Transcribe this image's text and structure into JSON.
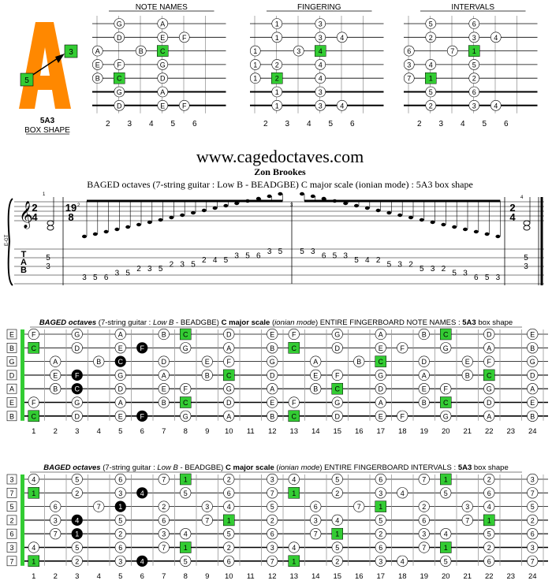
{
  "header": {
    "site": "www.cagedoctaves.com",
    "author": "Zon Brookes",
    "subtitle": "BAGED octaves (7-string guitar : Low B - BEADGBE) C major scale (ionian mode) : 5A3 box shape"
  },
  "logo": {
    "letter": "A",
    "name": "5A3",
    "caption": "BOX SHAPE",
    "left_box": "5",
    "right_box": "3"
  },
  "small_diagrams": {
    "titles": [
      "NOTE NAMES",
      "FINGERING",
      "INTERVALS"
    ],
    "fret_numbers": [
      "2",
      "3",
      "4",
      "5",
      "6"
    ],
    "notes": [
      [
        [
          0,
          1,
          "G"
        ],
        [
          0,
          3,
          "A"
        ],
        [
          1,
          1,
          "D"
        ],
        [
          1,
          3,
          "E"
        ],
        [
          1,
          4,
          "F"
        ],
        [
          2,
          0,
          "A"
        ],
        [
          2,
          2,
          "B"
        ],
        [
          2,
          3,
          "C"
        ],
        [
          3,
          0,
          "E"
        ],
        [
          3,
          1,
          "F"
        ],
        [
          3,
          3,
          "G"
        ],
        [
          4,
          0,
          "B"
        ],
        [
          4,
          1,
          "C"
        ],
        [
          4,
          3,
          "D"
        ],
        [
          5,
          1,
          "G"
        ],
        [
          5,
          3,
          "A"
        ],
        [
          6,
          1,
          "D"
        ],
        [
          6,
          3,
          "E"
        ],
        [
          6,
          4,
          "F"
        ]
      ],
      [
        [
          0,
          1,
          "1"
        ],
        [
          0,
          3,
          "3"
        ],
        [
          1,
          1,
          "1"
        ],
        [
          1,
          3,
          "3"
        ],
        [
          1,
          4,
          "4"
        ],
        [
          2,
          0,
          "1"
        ],
        [
          2,
          2,
          "3"
        ],
        [
          2,
          3,
          "4"
        ],
        [
          3,
          0,
          "1"
        ],
        [
          3,
          1,
          "2"
        ],
        [
          3,
          3,
          "4"
        ],
        [
          4,
          0,
          "1"
        ],
        [
          4,
          1,
          "2"
        ],
        [
          4,
          3,
          "4"
        ],
        [
          5,
          1,
          "1"
        ],
        [
          5,
          3,
          "3"
        ],
        [
          6,
          1,
          "1"
        ],
        [
          6,
          3,
          "3"
        ],
        [
          6,
          4,
          "4"
        ]
      ],
      [
        [
          0,
          1,
          "5"
        ],
        [
          0,
          3,
          "6"
        ],
        [
          1,
          1,
          "2"
        ],
        [
          1,
          3,
          "3"
        ],
        [
          1,
          4,
          "4"
        ],
        [
          2,
          0,
          "6"
        ],
        [
          2,
          2,
          "7"
        ],
        [
          2,
          3,
          "1"
        ],
        [
          3,
          0,
          "3"
        ],
        [
          3,
          1,
          "4"
        ],
        [
          3,
          3,
          "5"
        ],
        [
          4,
          0,
          "7"
        ],
        [
          4,
          1,
          "1"
        ],
        [
          4,
          3,
          "2"
        ],
        [
          5,
          1,
          "5"
        ],
        [
          5,
          3,
          "6"
        ],
        [
          6,
          1,
          "2"
        ],
        [
          6,
          3,
          "3"
        ],
        [
          6,
          4,
          "4"
        ]
      ]
    ],
    "roots": [
      [
        2,
        3
      ],
      [
        4,
        1
      ]
    ]
  },
  "notation": {
    "time_start": [
      "2",
      "4"
    ],
    "time_mid": [
      "19",
      "8"
    ],
    "time_end": [
      "2",
      "4"
    ],
    "measure_numbers": [
      "1",
      "2",
      "3",
      "4"
    ],
    "tab_label": [
      "T",
      "A",
      "B"
    ],
    "staff_label": "E-GT",
    "tab_chord": [
      "5",
      "3"
    ],
    "ascending": [
      [
        "3",
        "6"
      ],
      [
        "5",
        "6"
      ],
      [
        "6",
        "6"
      ],
      [
        "3",
        "5"
      ],
      [
        "5",
        "5"
      ],
      [
        "2",
        "4"
      ],
      [
        "3",
        "4"
      ],
      [
        "5",
        "4"
      ],
      [
        "2",
        "3"
      ],
      [
        "3",
        "3"
      ],
      [
        "5",
        "3"
      ],
      [
        "2",
        "2"
      ],
      [
        "4",
        "2"
      ],
      [
        "5",
        "2"
      ],
      [
        "3",
        "1"
      ],
      [
        "5",
        "1"
      ],
      [
        "6",
        "1"
      ],
      [
        "3",
        "0"
      ],
      [
        "5",
        "0"
      ]
    ],
    "descending": [
      [
        "5",
        "0"
      ],
      [
        "3",
        "0"
      ],
      [
        "6",
        "1"
      ],
      [
        "5",
        "1"
      ],
      [
        "3",
        "1"
      ],
      [
        "5",
        "2"
      ],
      [
        "4",
        "2"
      ],
      [
        "2",
        "2"
      ],
      [
        "5",
        "3"
      ],
      [
        "3",
        "3"
      ],
      [
        "2",
        "3"
      ],
      [
        "5",
        "4"
      ],
      [
        "3",
        "4"
      ],
      [
        "2",
        "4"
      ],
      [
        "5",
        "5"
      ],
      [
        "3",
        "5"
      ],
      [
        "6",
        "6"
      ],
      [
        "5",
        "6"
      ],
      [
        "3",
        "6"
      ]
    ]
  },
  "board1": {
    "title_parts": [
      "BAGED octaves",
      " (7-string guitar : ",
      "Low B",
      " - BEADGBE) ",
      "C major scale",
      " (",
      "ionian mode",
      ") ENTIRE FINGERBOARD  NOTE NAMES  : ",
      "5A3",
      " box shape"
    ],
    "open": [
      "E",
      "B",
      "G",
      "D",
      "A",
      "E",
      "B"
    ],
    "cells": [
      [
        "F",
        "",
        "G",
        "",
        "A",
        "",
        "B",
        "C",
        "",
        "D",
        "",
        "E",
        "F",
        "",
        "G",
        "",
        "A",
        "",
        "B",
        "C",
        "",
        "D",
        "",
        "E"
      ],
      [
        "C",
        "",
        "D",
        "",
        "E",
        "F",
        "",
        "G",
        "",
        "A",
        "",
        "B",
        "C",
        "",
        "D",
        "",
        "E",
        "F",
        "",
        "G",
        "",
        "A",
        "",
        "B"
      ],
      [
        "",
        "A",
        "",
        "B",
        "C",
        "",
        "D",
        "",
        "E",
        "F",
        "",
        "G",
        "",
        "A",
        "",
        "B",
        "C",
        "",
        "D",
        "",
        "E",
        "F",
        "",
        "G"
      ],
      [
        "",
        "E",
        "F",
        "",
        "G",
        "",
        "A",
        "",
        "B",
        "C",
        "",
        "D",
        "",
        "E",
        "F",
        "",
        "G",
        "",
        "A",
        "",
        "B",
        "C",
        "",
        "D"
      ],
      [
        "",
        "B",
        "C",
        "",
        "D",
        "",
        "E",
        "F",
        "",
        "G",
        "",
        "A",
        "",
        "B",
        "C",
        "",
        "D",
        "",
        "E",
        "F",
        "",
        "G",
        "",
        "A"
      ],
      [
        "F",
        "",
        "G",
        "",
        "A",
        "",
        "B",
        "C",
        "",
        "D",
        "",
        "E",
        "F",
        "",
        "G",
        "",
        "A",
        "",
        "B",
        "C",
        "",
        "D",
        "",
        "E"
      ],
      [
        "C",
        "",
        "D",
        "",
        "E",
        "F",
        "",
        "G",
        "",
        "A",
        "",
        "B",
        "C",
        "",
        "D",
        "",
        "E",
        "F",
        "",
        "G",
        "",
        "A",
        "",
        "B"
      ]
    ]
  },
  "board2": {
    "title_parts": [
      "BAGED octaves",
      " (7-string guitar : ",
      "Low B",
      " - BEADGBE) ",
      "C major scale",
      " (",
      "ionian mode",
      ") ENTIRE FINGERBOARD  INTERVALS  : ",
      "5A3",
      " box shape"
    ],
    "open": [
      "3",
      "7",
      "5",
      "2",
      "6",
      "3",
      "7"
    ],
    "cells": [
      [
        "4",
        "",
        "5",
        "",
        "6",
        "",
        "7",
        "1",
        "",
        "2",
        "",
        "3",
        "4",
        "",
        "5",
        "",
        "6",
        "",
        "7",
        "1",
        "",
        "2",
        "",
        "3"
      ],
      [
        "1",
        "",
        "2",
        "",
        "3",
        "4",
        "",
        "5",
        "",
        "6",
        "",
        "7",
        "1",
        "",
        "2",
        "",
        "3",
        "4",
        "",
        "5",
        "",
        "6",
        "",
        "7"
      ],
      [
        "",
        "6",
        "",
        "7",
        "1",
        "",
        "2",
        "",
        "3",
        "4",
        "",
        "5",
        "",
        "6",
        "",
        "7",
        "1",
        "",
        "2",
        "",
        "3",
        "4",
        "",
        "5"
      ],
      [
        "",
        "3",
        "4",
        "",
        "5",
        "",
        "6",
        "",
        "7",
        "1",
        "",
        "2",
        "",
        "3",
        "4",
        "",
        "5",
        "",
        "6",
        "",
        "7",
        "1",
        "",
        "2"
      ],
      [
        "",
        "7",
        "1",
        "",
        "2",
        "",
        "3",
        "4",
        "",
        "5",
        "",
        "6",
        "",
        "7",
        "1",
        "",
        "2",
        "",
        "3",
        "4",
        "",
        "5",
        "",
        "6"
      ],
      [
        "4",
        "",
        "5",
        "",
        "6",
        "",
        "7",
        "1",
        "",
        "2",
        "",
        "3",
        "4",
        "",
        "5",
        "",
        "6",
        "",
        "7",
        "1",
        "",
        "2",
        "",
        "3"
      ],
      [
        "1",
        "",
        "2",
        "",
        "3",
        "4",
        "",
        "5",
        "",
        "6",
        "",
        "7",
        "1",
        "",
        "2",
        "",
        "3",
        "4",
        "",
        "5",
        "",
        "6",
        "",
        "7"
      ]
    ]
  },
  "black_cells": [
    [
      0,
      3
    ],
    [
      0,
      5
    ],
    [
      1,
      3
    ],
    [
      1,
      5
    ],
    [
      1,
      6
    ],
    [
      2,
      2
    ],
    [
      2,
      4
    ],
    [
      3,
      2
    ],
    [
      3,
      3
    ],
    [
      3,
      5
    ],
    [
      4,
      2
    ],
    [
      4,
      5
    ],
    [
      5,
      3
    ],
    [
      5,
      5
    ],
    [
      6,
      3
    ],
    [
      6,
      5
    ],
    [
      6,
      6
    ]
  ],
  "orange_cells": [
    [
      2,
      5
    ],
    [
      4,
      3
    ]
  ],
  "fret_labels": [
    "1",
    "2",
    "3",
    "4",
    "5",
    "6",
    "7",
    "8",
    "9",
    "10",
    "11",
    "12",
    "13",
    "14",
    "15",
    "16",
    "17",
    "18",
    "19",
    "20",
    "21",
    "22",
    "23",
    "24"
  ],
  "colors": {
    "root": "#33cc33",
    "orange": "#ee7711",
    "black": "#000000",
    "logo": "#ff8800"
  }
}
